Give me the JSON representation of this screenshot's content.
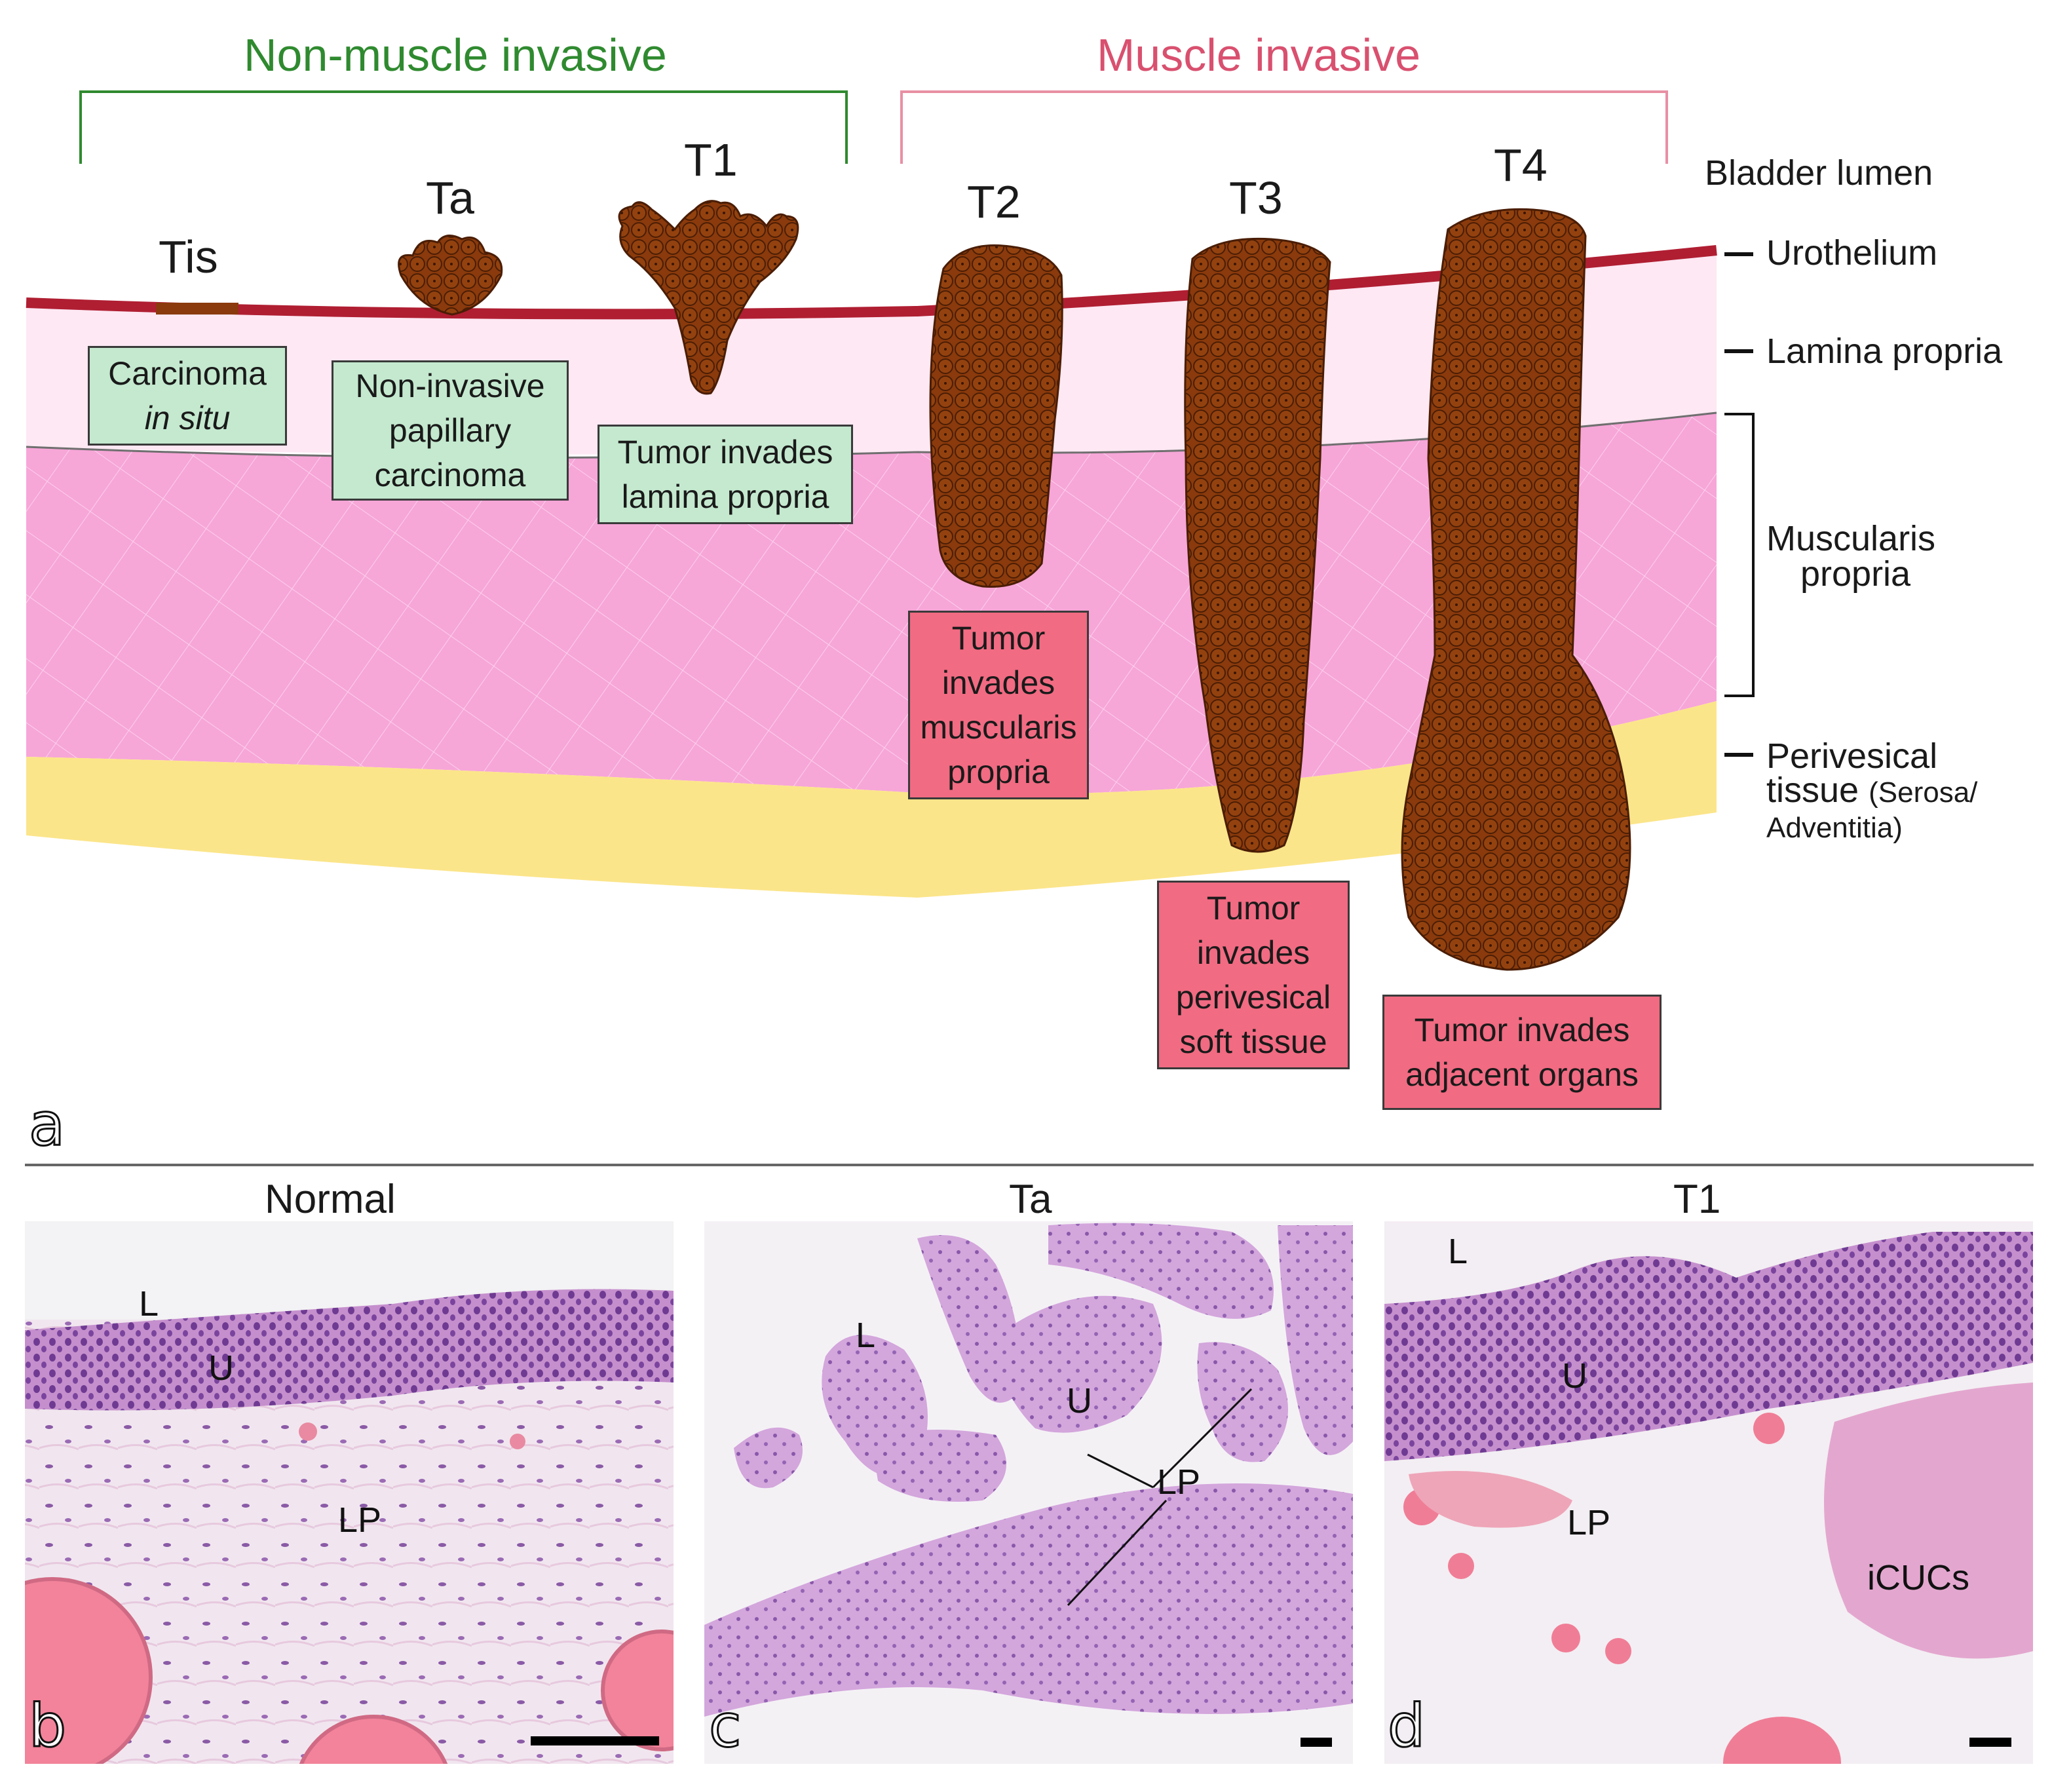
{
  "panel_a": {
    "letter": "a",
    "group_non_muscle": {
      "title": "Non-muscle invasive",
      "color": "#2f8a2f"
    },
    "group_muscle": {
      "title": "Muscle invasive",
      "color": "#d9506f"
    },
    "stages": [
      "Tis",
      "Ta",
      "T1",
      "T2",
      "T3",
      "T4"
    ],
    "layers": {
      "bladder_lumen": "Bladder lumen",
      "urothelium": "Urothelium",
      "lamina_propria": "Lamina propria",
      "muscularis_line1": "Muscularis",
      "muscularis_line2": "propria",
      "perivesical_line1": "Perivesical",
      "perivesical_line2": "tissue",
      "perivesical_paren": "(Serosa/",
      "perivesical_line3": "Adventitia)"
    },
    "boxes": {
      "tis": [
        "Carcinoma",
        "in situ"
      ],
      "ta": [
        "Non-invasive",
        "papillary",
        "carcinoma"
      ],
      "t1": [
        "Tumor invades",
        "lamina propria"
      ],
      "t2": [
        "Tumor",
        "invades",
        "muscularis",
        "propria"
      ],
      "t3": [
        "Tumor",
        "invades",
        "perivesical",
        "soft tissue"
      ],
      "t4": [
        "Tumor invades",
        "adjacent organs"
      ]
    },
    "colors": {
      "urothelium": "#b01e32",
      "lamina_propria": "#fde8f3",
      "muscularis": "#f7a6d8",
      "perivesical": "#fbe58a",
      "tumor": "#8a3a0c",
      "box_green": "#c4e9cf",
      "box_red": "#f16b82"
    }
  },
  "panels": [
    {
      "letter": "b",
      "title": "Normal",
      "labels": [
        "L",
        "U",
        "LP"
      ]
    },
    {
      "letter": "c",
      "title": "Ta",
      "labels": [
        "L",
        "U",
        "LP"
      ]
    },
    {
      "letter": "d",
      "title": "T1",
      "labels": [
        "L",
        "U",
        "LP",
        "iCUCs"
      ]
    }
  ]
}
